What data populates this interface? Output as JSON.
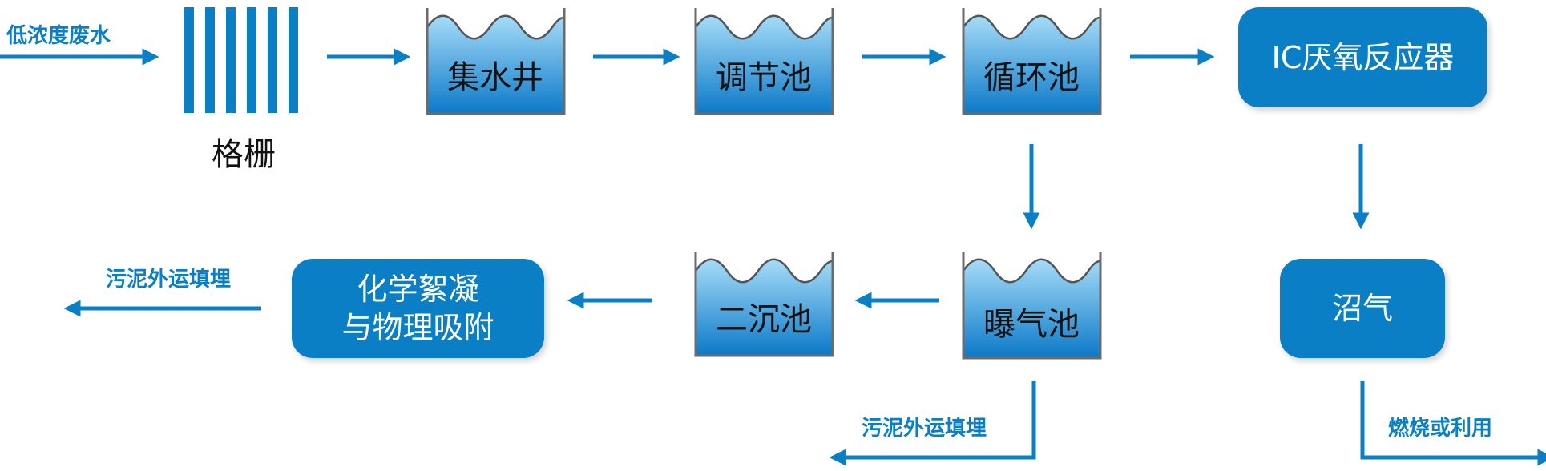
{
  "colors": {
    "accent": "#0a7fc6",
    "water_top": "#a6dcf8",
    "water_bottom": "#0b79c8",
    "tank_wall": "#6b6b6b"
  },
  "inputs": {
    "influent": "低浓度废水"
  },
  "grating": {
    "label": "格栅"
  },
  "tanks": {
    "collection": "集水井",
    "equalization": "调节池",
    "circulation": "循环池",
    "aeration": "曝气池",
    "secondary": "二沉池"
  },
  "boxes": {
    "ic_reactor": "IC厌氧反应器",
    "biogas": "沼气",
    "chemical_line1": "化学絮凝",
    "chemical_line2": "与物理吸附"
  },
  "outputs": {
    "sludge_left": "污泥外运填埋",
    "sludge_bottom": "污泥外运填埋",
    "biogas_use": "燃烧或利用"
  }
}
